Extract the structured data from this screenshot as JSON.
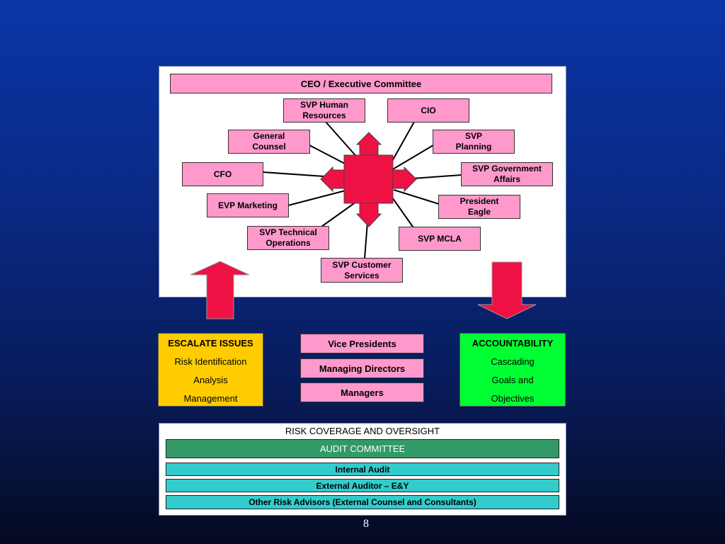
{
  "org_chart": {
    "ceo": "CEO / Executive Committee",
    "nodes": {
      "svp_hr": "SVP Human Resources",
      "cio": "CIO",
      "general_counsel": "General Counsel",
      "svp_planning": "SVP Planning",
      "cfo": "CFO",
      "svp_gov_affairs": "SVP Government Affairs",
      "evp_marketing": "EVP Marketing",
      "president_eagle": "President Eagle",
      "svp_tech_ops": "SVP Technical Operations",
      "svp_mcla": "SVP MCLA",
      "svp_customer_services": "SVP Customer Services"
    },
    "colors": {
      "box": "#ff99cc",
      "hub": "#ee1144"
    }
  },
  "escalate": {
    "title": "ESCALATE ISSUES",
    "lines": [
      "Risk Identification",
      "Analysis",
      "Management"
    ],
    "color": "#ffcc00"
  },
  "levels": [
    "Vice Presidents",
    "Managing Directors",
    "Managers"
  ],
  "accountability": {
    "title": "ACCOUNTABILITY",
    "lines": [
      "Cascading",
      "Goals and",
      "Objectives"
    ],
    "color": "#00ff33"
  },
  "risk": {
    "title": "RISK COVERAGE AND OVERSIGHT",
    "audit_committee": "AUDIT COMMITTEE",
    "items": [
      "Internal Audit",
      "External Auditor – E&Y",
      "Other Risk Advisors (External Counsel and Consultants)"
    ]
  },
  "page_number": "8"
}
